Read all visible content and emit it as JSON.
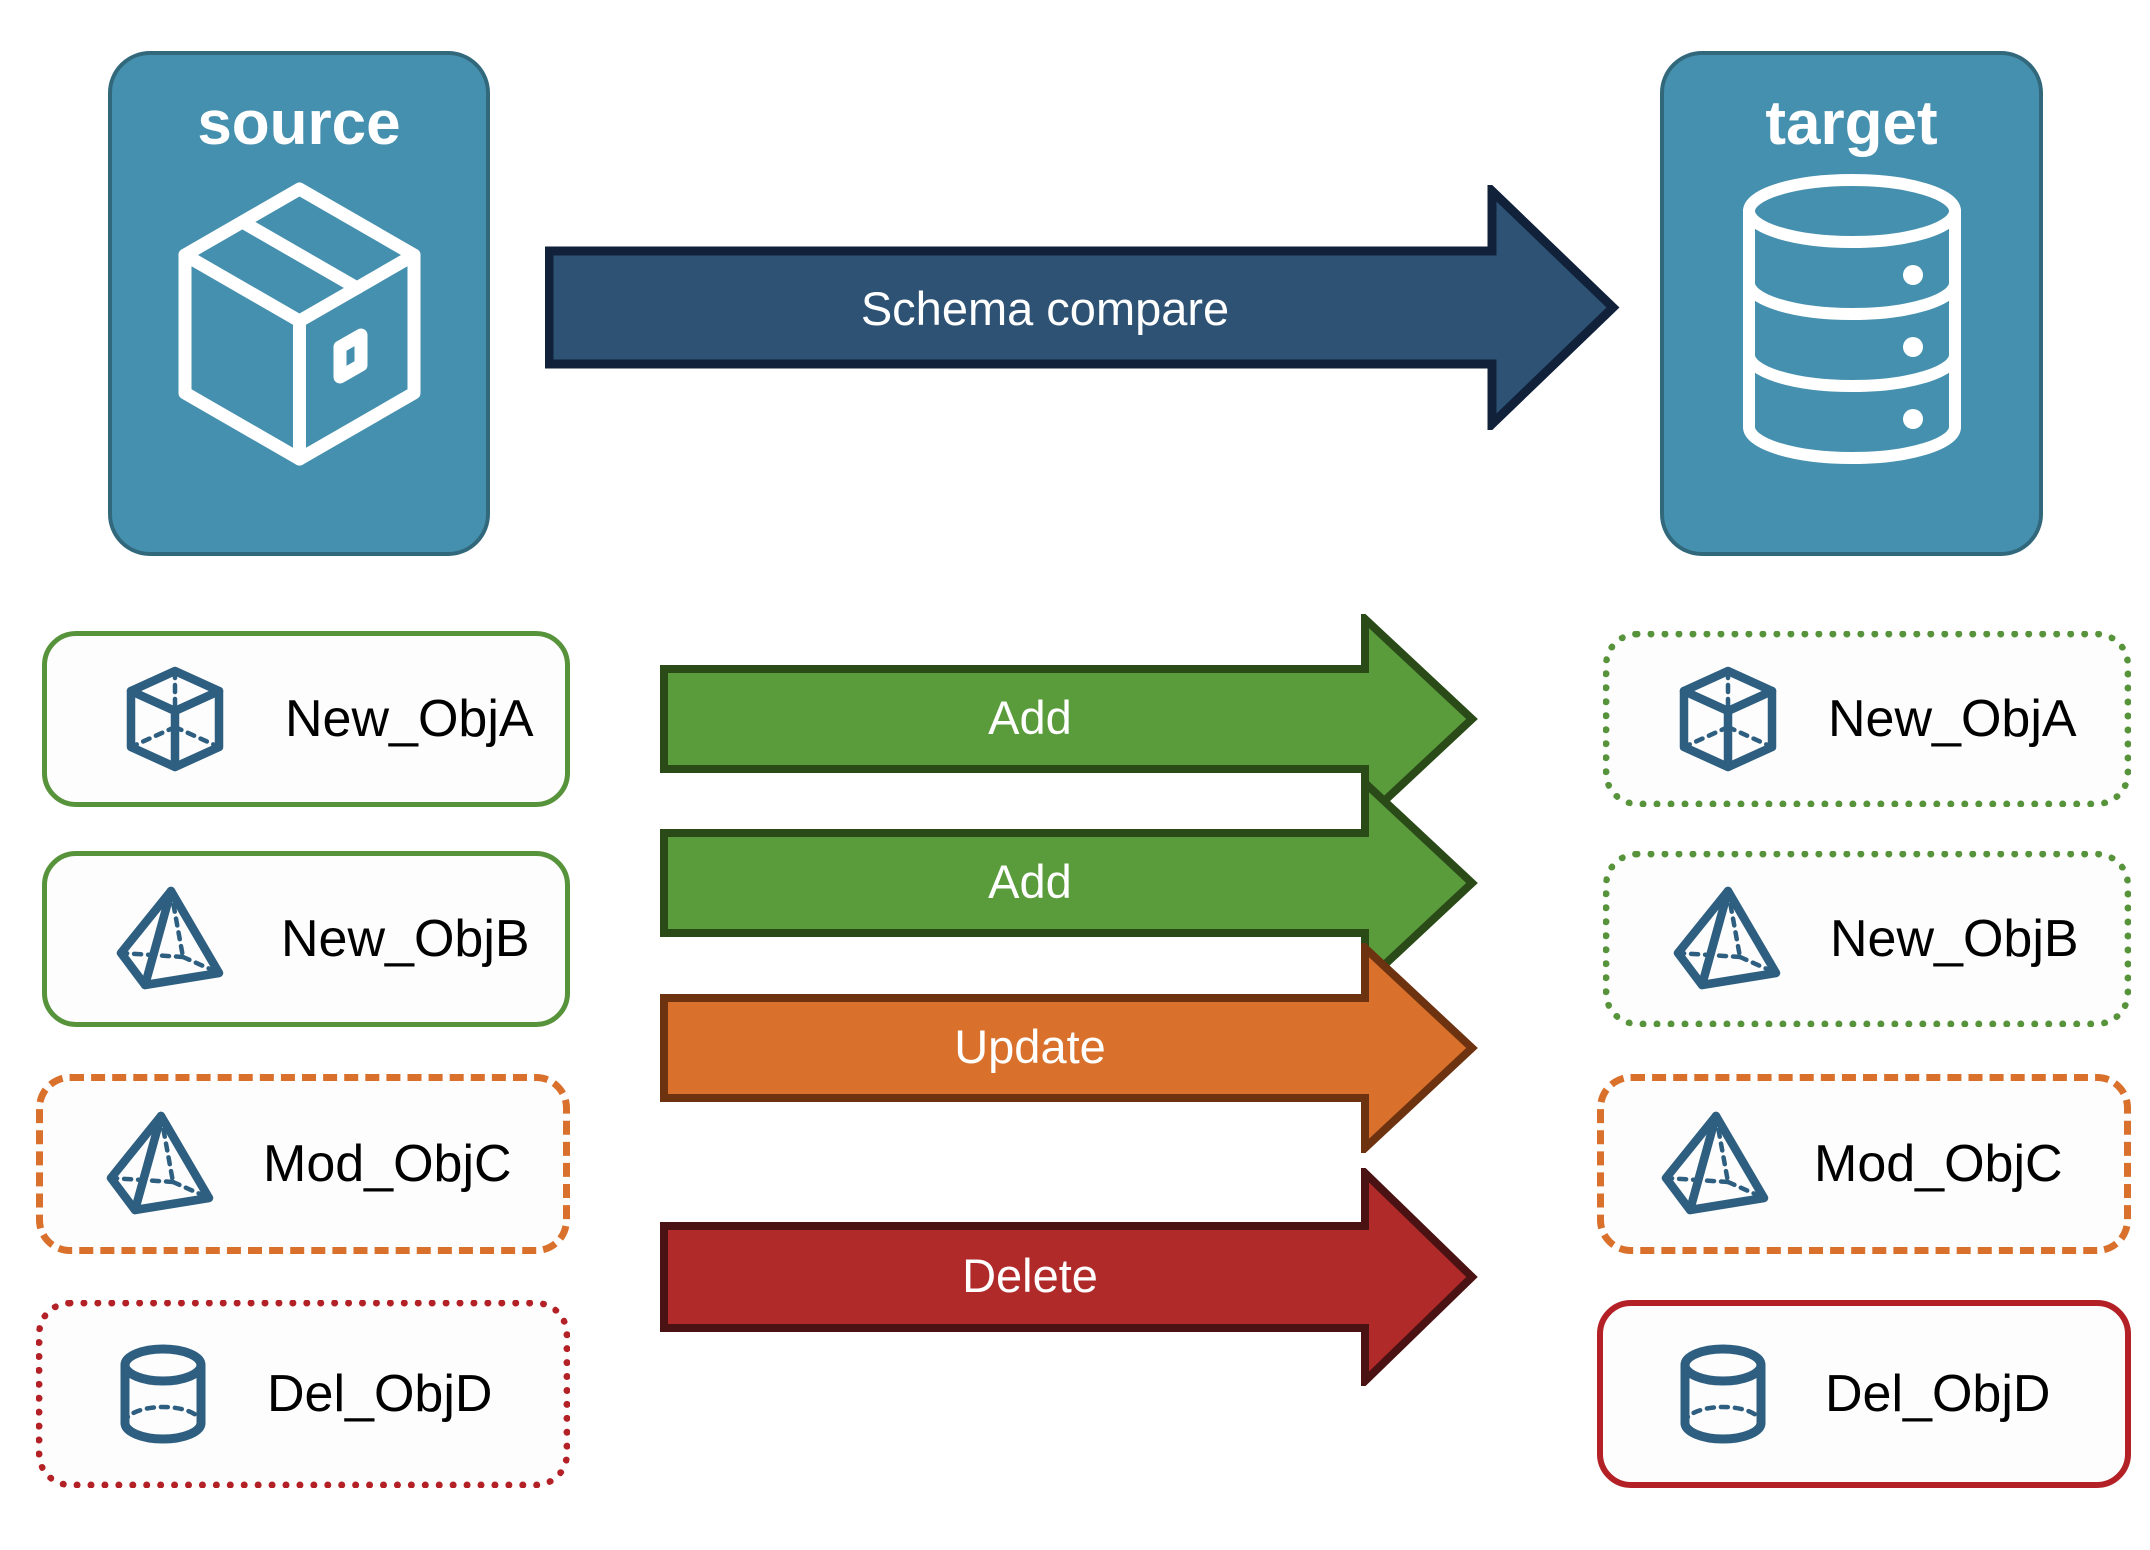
{
  "diagram": {
    "title": "Schema compare",
    "endpoints": [
      {
        "id": "source",
        "label": "source",
        "icon": "package-cube-icon",
        "fill": "#4590ae",
        "stroke": "#32687c"
      },
      {
        "id": "target",
        "label": "target",
        "icon": "database-cylinder-icon",
        "fill": "#4590ae",
        "stroke": "#32687c"
      }
    ],
    "compare_arrow": {
      "label": "Schema compare",
      "fill": "#2d5274",
      "stroke": "#11213a",
      "text_color": "#ffffff"
    },
    "rows": [
      {
        "action": "Add",
        "arrow_fill": "#5a9c3c",
        "arrow_stroke": "#2a4a18",
        "source": {
          "label": "New_ObjA",
          "icon": "wireframe-cube-icon",
          "border_style": "solid",
          "border_color": "#57933b"
        },
        "target": {
          "label": "New_ObjA",
          "icon": "wireframe-cube-icon",
          "border_style": "dotted",
          "border_color": "#57933b"
        }
      },
      {
        "action": "Add",
        "arrow_fill": "#5a9c3c",
        "arrow_stroke": "#2a4a18",
        "source": {
          "label": "New_ObjB",
          "icon": "wireframe-pyramid-icon",
          "border_style": "solid",
          "border_color": "#57933b"
        },
        "target": {
          "label": "New_ObjB",
          "icon": "wireframe-pyramid-icon",
          "border_style": "dotted",
          "border_color": "#57933b"
        }
      },
      {
        "action": "Update",
        "arrow_fill": "#d9702b",
        "arrow_stroke": "#6d3310",
        "source": {
          "label": "Mod_ObjC",
          "icon": "wireframe-pyramid-icon",
          "border_style": "dashed",
          "border_color": "#d9702b"
        },
        "target": {
          "label": "Mod_ObjC",
          "icon": "wireframe-pyramid-icon",
          "border_style": "dashed",
          "border_color": "#d9702b"
        }
      },
      {
        "action": "Delete",
        "arrow_fill": "#b02a2a",
        "arrow_stroke": "#4a1212",
        "source": {
          "label": "Del_ObjD",
          "icon": "wireframe-cylinder-icon",
          "border_style": "dotted",
          "border_color": "#b32025"
        },
        "target": {
          "label": "Del_ObjD",
          "icon": "wireframe-cylinder-icon",
          "border_style": "solid",
          "border_color": "#b32025"
        }
      }
    ],
    "colors": {
      "object_icon": "#2e5f80",
      "card_background": "#fdfdfd",
      "page_background": "#ffffff"
    }
  }
}
